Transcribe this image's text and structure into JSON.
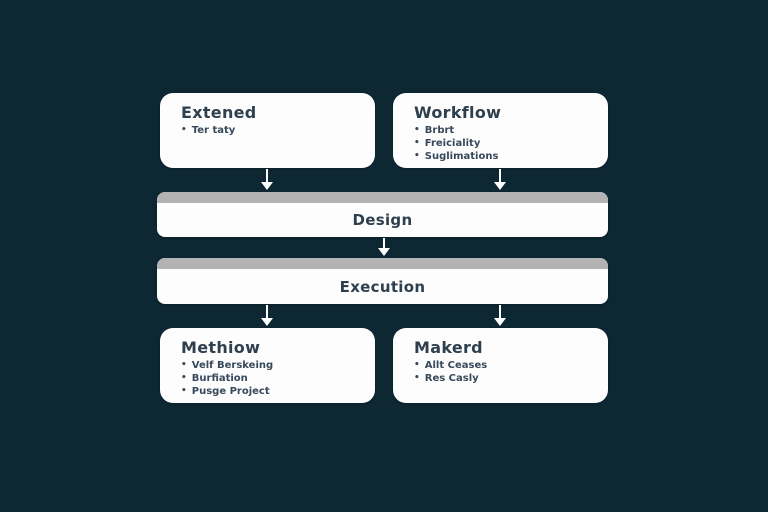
{
  "colors": {
    "background": "#0d2733",
    "box_fill": "#fdfdfd",
    "band_header_strip": "#b3b3b3",
    "text": "#2e3f4e",
    "arrow": "#ffffff"
  },
  "diagram": {
    "nodes": [
      {
        "title": "Extened",
        "bullets": [
          "Ter taty"
        ]
      },
      {
        "title": "Workflow",
        "bullets": [
          "Brbrt",
          "Freiciality",
          "Suglimations"
        ]
      },
      {
        "title": "Design"
      },
      {
        "title": "Execution"
      },
      {
        "title": "Methiow",
        "bullets": [
          "Velf Berskeing",
          "Burfiation",
          "Pusge Project"
        ]
      },
      {
        "title": "Makerd",
        "bullets": [
          "Allt Ceases",
          "Res Casly"
        ]
      }
    ]
  }
}
